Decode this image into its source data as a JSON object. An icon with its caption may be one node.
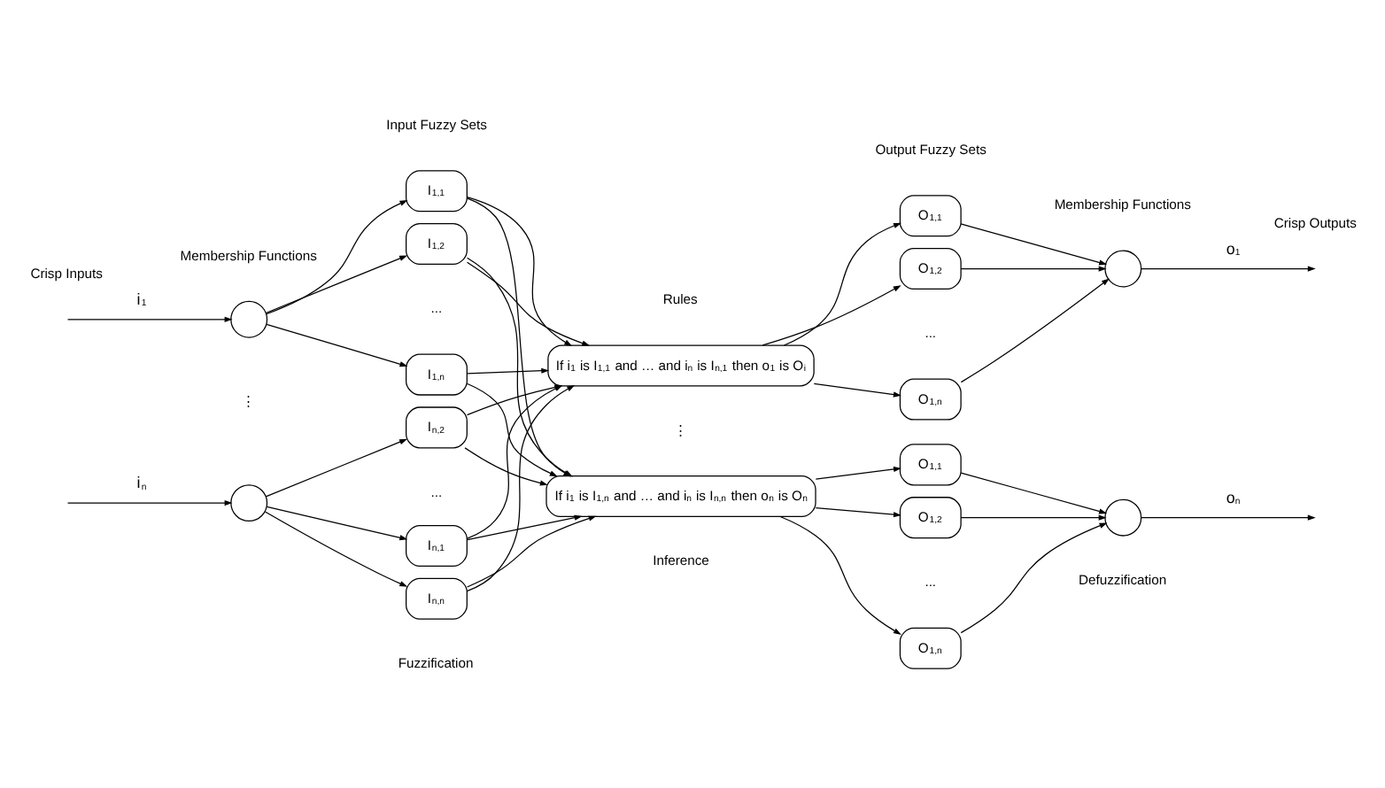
{
  "diagram": {
    "nodes": [
      {
        "text": [],
        "shape": "circle"
      },
      {
        "text": [],
        "shape": "circle"
      },
      {
        "text": [
          "I$_{1,1}$"
        ]
      },
      {
        "text": [
          "I$_{1,2}$"
        ]
      },
      {
        "text": [
          "I$_{1,n}$"
        ]
      },
      {
        "text": [
          "I$_{n,1}$"
        ]
      },
      {
        "text": [
          "I$_{n,2}$"
        ]
      },
      {
        "text": [
          "I$_{n,n}$"
        ]
      },
      {
        "text": [
          "If i$_{1}$ is I$_{1,1}$ and … and i$_{n}$ is I$_{n,1}$ then o$_{1}$ is O$_{i}$"
        ]
      },
      {
        "text": [
          "If i$_{1}$ is I$_{1,n}$ and … and i$_{n}$ is I$_{n,n}$ then o$_{n}$ is O$_{n}$"
        ]
      },
      {
        "text": [
          "O$_{1,1}$"
        ]
      },
      {
        "text": [
          "O$_{1,2}$"
        ]
      },
      {
        "text": [
          "O$_{1,n}$"
        ]
      },
      {
        "text": [
          "O$_{1,1}$"
        ]
      },
      {
        "text": [
          "O$_{1,2}$"
        ]
      },
      {
        "text": [
          "O$_{1,n}$"
        ]
      },
      {
        "text": [],
        "shape": "circle"
      },
      {
        "text": [],
        "shape": "circle"
      }
    ],
    "edges": [
      {
        "from": null,
        "to": 0,
        "arrow": "to",
        "label": "i$_{1}$"
      },
      {
        "from": null,
        "to": 1,
        "arrow": "to",
        "label": "i$_{n}$"
      },
      {
        "from": 0,
        "to": 2,
        "arrow": "to"
      },
      {
        "from": 0,
        "to": 3,
        "arrow": "to"
      },
      {
        "from": 0,
        "to": 4,
        "arrow": "to"
      },
      {
        "from": 1,
        "to": 5,
        "arrow": "to"
      },
      {
        "from": 1,
        "to": 6,
        "arrow": "to"
      },
      {
        "from": 1,
        "to": 7,
        "arrow": "to"
      },
      {
        "from": 2,
        "to": 8,
        "arrow": "to"
      },
      {
        "from": 2,
        "to": 9,
        "arrow": "to"
      },
      {
        "from": 3,
        "to": 8,
        "arrow": "to"
      },
      {
        "from": 3,
        "to": 9,
        "arrow": "to"
      },
      {
        "from": 4,
        "to": 8,
        "arrow": "to"
      },
      {
        "from": 4,
        "to": 9,
        "arrow": "to"
      },
      {
        "from": 5,
        "to": 8,
        "arrow": "to"
      },
      {
        "from": 5,
        "to": 9,
        "arrow": "to"
      },
      {
        "from": 6,
        "to": 8,
        "arrow": "to"
      },
      {
        "from": 6,
        "to": 9,
        "arrow": "to"
      },
      {
        "from": 7,
        "to": 8,
        "arrow": "to"
      },
      {
        "from": 7,
        "to": 9,
        "arrow": "to"
      },
      {
        "from": 8,
        "to": 10,
        "arrow": "to"
      },
      {
        "from": 8,
        "to": 11,
        "arrow": "to"
      },
      {
        "from": 8,
        "to": 12,
        "arrow": "to"
      },
      {
        "from": 9,
        "to": 13,
        "arrow": "to"
      },
      {
        "from": 9,
        "to": 14,
        "arrow": "to"
      },
      {
        "from": 9,
        "to": 15,
        "arrow": "to"
      },
      {
        "from": 10,
        "to": 16,
        "arrow": "to"
      },
      {
        "from": 11,
        "to": 16,
        "arrow": "to"
      },
      {
        "from": 12,
        "to": 16,
        "arrow": "to"
      },
      {
        "from": 13,
        "to": 17,
        "arrow": "to"
      },
      {
        "from": 14,
        "to": 17,
        "arrow": "to"
      },
      {
        "from": 15,
        "to": 17,
        "arrow": "to"
      },
      {
        "from": 16,
        "to": null,
        "arrow": "to",
        "label": "o$_{1}$"
      },
      {
        "from": 17,
        "to": null,
        "arrow": "to",
        "label": "o$_{n}$"
      }
    ],
    "labels": [
      "Crisp Inputs",
      "Membership Functions",
      "Input Fuzzy Sets",
      "Rules",
      "Output Fuzzy Sets",
      "Membership Functions",
      "Crisp Outputs",
      "...",
      "⋮",
      "⋮",
      "...",
      "...",
      "...",
      "Fuzzification",
      "Inference",
      "Defuzzification"
    ]
  }
}
